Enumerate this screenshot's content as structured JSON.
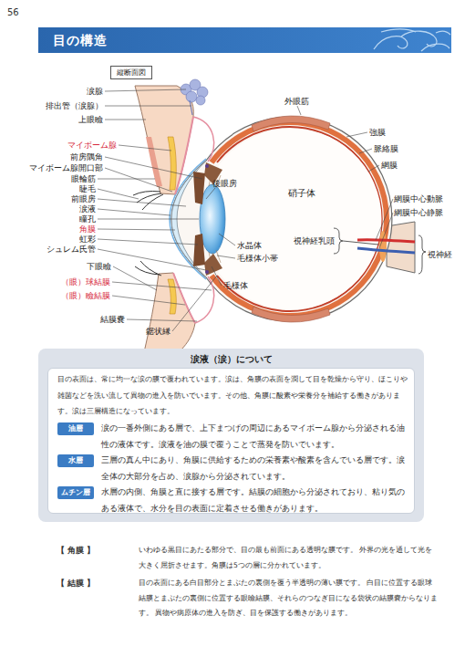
{
  "diagram": {
    "title": "目の構造",
    "nodes": [
      {
        "text": [
          "縦断面図"
        ]
      },
      {
        "text": [
          "涙液（涙）について"
        ]
      },
      {
        "text": [
          "目の表面は、常に均一な涙の膜で覆われています。涙は、角膜の表面を潤して目を乾燥から守り、ほこりや雑菌などを洗い流して異物の進入を防いでいます。その他、角膜に酸素や栄養分を補給する働きがあります。涙は三層構造になっています。"
        ],
        "in": 1
      },
      {
        "text": [
          "油層",
          "涙の一番外側にある層で、上下まつげの周辺にあるマイボーム腺から分泌される油性の液体です。涙液を油の膜で覆うことで蒸発を防いでいます。"
        ],
        "in": 2
      },
      {
        "text": [
          "水層",
          "三層の真ん中にあり、角膜に供給するための栄養素や酸素を含んでいる層です。涙全体の大部分を占め、涙腺から分泌されています。"
        ],
        "in": 2
      },
      {
        "text": [
          "ムチン層",
          "水層の内側、角膜と直に接する層です。結膜の細胞から分泌されており、粘り気のある液体で、水分を目の表面に定着させる働きがあります。"
        ],
        "in": 2
      }
    ],
    "labels": [
      "56",
      "涙腺",
      "排出管（涙腺）",
      "上眼瞼",
      "マイボーム腺",
      "前房隅角",
      "マイボーム腺開口部",
      "眼輪筋",
      "睫毛",
      "前眼房",
      "涙液",
      "瞳孔",
      "角膜",
      "虹彩",
      "シュレム氏管",
      "下眼瞼",
      "（眼）球結膜",
      "（眼）瞼結膜",
      "結膜嚢",
      "鋸状縁",
      "外眼筋",
      "強膜",
      "脈絡膜",
      "網膜",
      "後眼房",
      "硝子体",
      "網膜中心動脈",
      "網膜中心静脈",
      "水晶体",
      "毛様体小帯",
      "視神経乳頭",
      "毛様体",
      "視神経",
      "【 角膜 】",
      "いわゆる黒目にあたる部分で、目の最も前面にある透明な膜です。 外界の光を通して光を大きく屈折させます。角膜は5つの層に分かれています。",
      "【 結膜 】",
      "目の表面にある白目部分とまぶたの裏側を覆う半透明の薄い膜です。 白目に位置する眼球結膜とまぶたの裏側に位置する眼瞼結膜、それらのつなぎ目になる袋状の結膜嚢からなります。 異物や病原体の進入を防ぎ、目を保護する働きがあります。"
    ]
  }
}
